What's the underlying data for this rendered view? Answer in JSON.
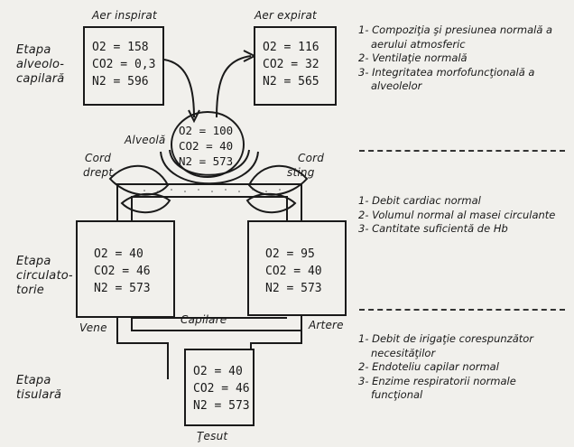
{
  "stages": {
    "alveolo": [
      "Etapa",
      "alveolo-",
      "capilară"
    ],
    "circulatory": [
      "Etapa",
      "circulato-",
      "torie"
    ],
    "tissue": [
      "Etapa",
      "tisulară"
    ]
  },
  "captions": {
    "inspired": "Aer inspirat",
    "expired": "Aer expirat",
    "alveola": "Alveolă",
    "cord_drept_1": "Cord",
    "cord_drept_2": "drept",
    "cord_sting_1": "Cord",
    "cord_sting_2": "sting",
    "capilare": "Capilare",
    "vene": "Vene",
    "artere": "Artere",
    "tesut": "Ţesut"
  },
  "boxes": {
    "inspired": {
      "o2": "O2 = 158",
      "co2": "CO2 = 0,3",
      "n2": "N2 = 596"
    },
    "expired": {
      "o2": "O2 = 116",
      "co2": "CO2 = 32",
      "n2": "N2 = 565"
    },
    "alveola": {
      "o2": "O2 = 100",
      "co2": "CO2 = 40",
      "n2": "N2 = 573"
    },
    "venous": {
      "o2": "O2 = 40",
      "co2": "CO2 = 46",
      "n2": "N2 = 573"
    },
    "arterial": {
      "o2": "O2 = 95",
      "co2": "CO2 = 40",
      "n2": "N2 = 573"
    },
    "tissue": {
      "o2": "O2 = 40",
      "co2": "CO2 = 46",
      "n2": "N2 = 573"
    }
  },
  "notes": {
    "alveolo": [
      "1- Compoziţia şi presiunea normală a aerului atmosferic",
      "2- Ventilaţie normală",
      "3- Integritatea morfofuncţională a alveolelor"
    ],
    "circulatory": [
      "1- Debit cardiac normal",
      "2- Volumul normal al masei circulante",
      "3- Cantitate suficientă de Hb"
    ],
    "tissue": [
      "1- Debit de irigaţie corespunzător necesităţilor",
      "2- Endoteliu capilar normal",
      "3- Enzime respiratorii normale funcţional"
    ]
  }
}
